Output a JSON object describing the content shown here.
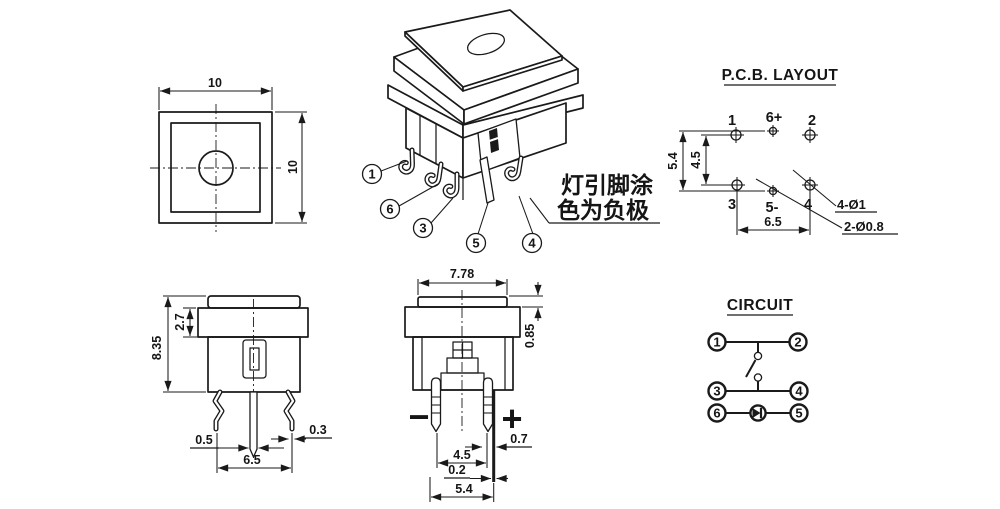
{
  "top_view": {
    "dim_width": "10",
    "dim_height": "10"
  },
  "iso_view": {
    "callout_1": "1",
    "callout_6": "6",
    "callout_3": "3",
    "callout_5": "5",
    "callout_4": "4",
    "annotation_line1": "灯引脚涂",
    "annotation_line2": "色为负极"
  },
  "pcb_layout": {
    "title": "P.C.B. LAYOUT",
    "pin_labels": {
      "p1": "1",
      "p6": "6+",
      "p2": "2",
      "p3": "3",
      "p5": "5-",
      "p4": "4"
    },
    "dim_vertical_outer": "5.4",
    "dim_vertical_inner": "4.5",
    "dim_horizontal": "6.5",
    "hole_note_large": "4-Ø1",
    "hole_note_small": "2-Ø0.8"
  },
  "side_view": {
    "dim_total_height": "8.35",
    "dim_cap_height": "2.7",
    "dim_center_pin": "0.5",
    "dim_side_pin": "0.3",
    "dim_pin_pitch": "6.5"
  },
  "front_view": {
    "dim_cap_width": "7.78",
    "dim_cap_step": "0.85",
    "dim_pin_width": "0.7",
    "dim_led_pitch": "4.5",
    "dim_pin_thickness": "0.2",
    "dim_outer_pitch": "5.4",
    "polarity_minus": "−",
    "polarity_plus": "+"
  },
  "circuit": {
    "title": "CIRCUIT",
    "pin_1": "1",
    "pin_2": "2",
    "pin_3": "3",
    "pin_4": "4",
    "pin_6": "6",
    "pin_5": "5"
  }
}
